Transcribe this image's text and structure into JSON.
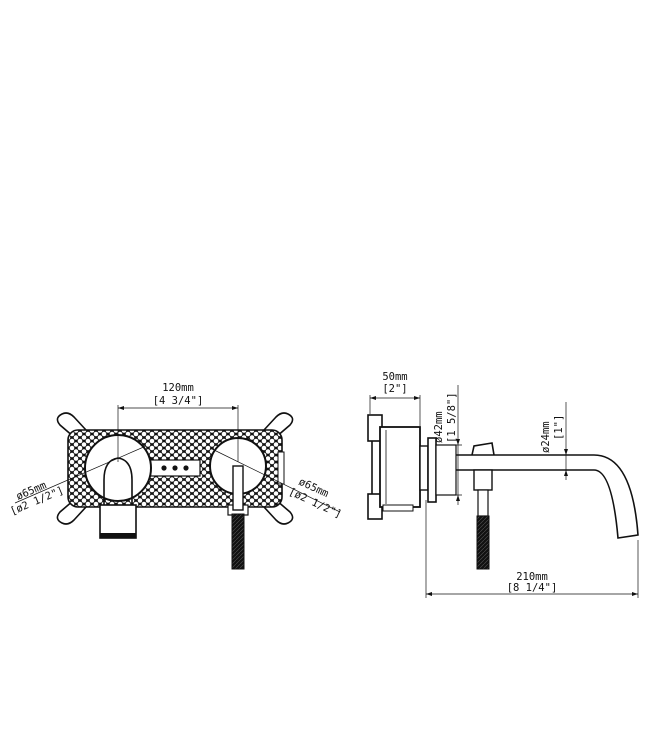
{
  "drawing": {
    "stroke_color": "#111111",
    "background": "#ffffff",
    "front_view": {
      "width_mm": "120mm",
      "width_in": "[4 3/4\"]",
      "left_diameter_mm": "ø65mm",
      "left_diameter_in": "[ø2 1/2\"]",
      "right_diameter_mm": "ø65mm",
      "right_diameter_in": "[ø2 1/2\"]"
    },
    "side_view": {
      "depth_mm": "50mm",
      "depth_in": "[2\"]",
      "handle_diameter_mm": "ø42mm",
      "handle_diameter_in": "[1 5/8\"]",
      "spout_diameter_mm": "ø24mm",
      "spout_diameter_in": "[1\"]",
      "reach_mm": "210mm",
      "reach_in": "[8 1/4\"]"
    }
  }
}
